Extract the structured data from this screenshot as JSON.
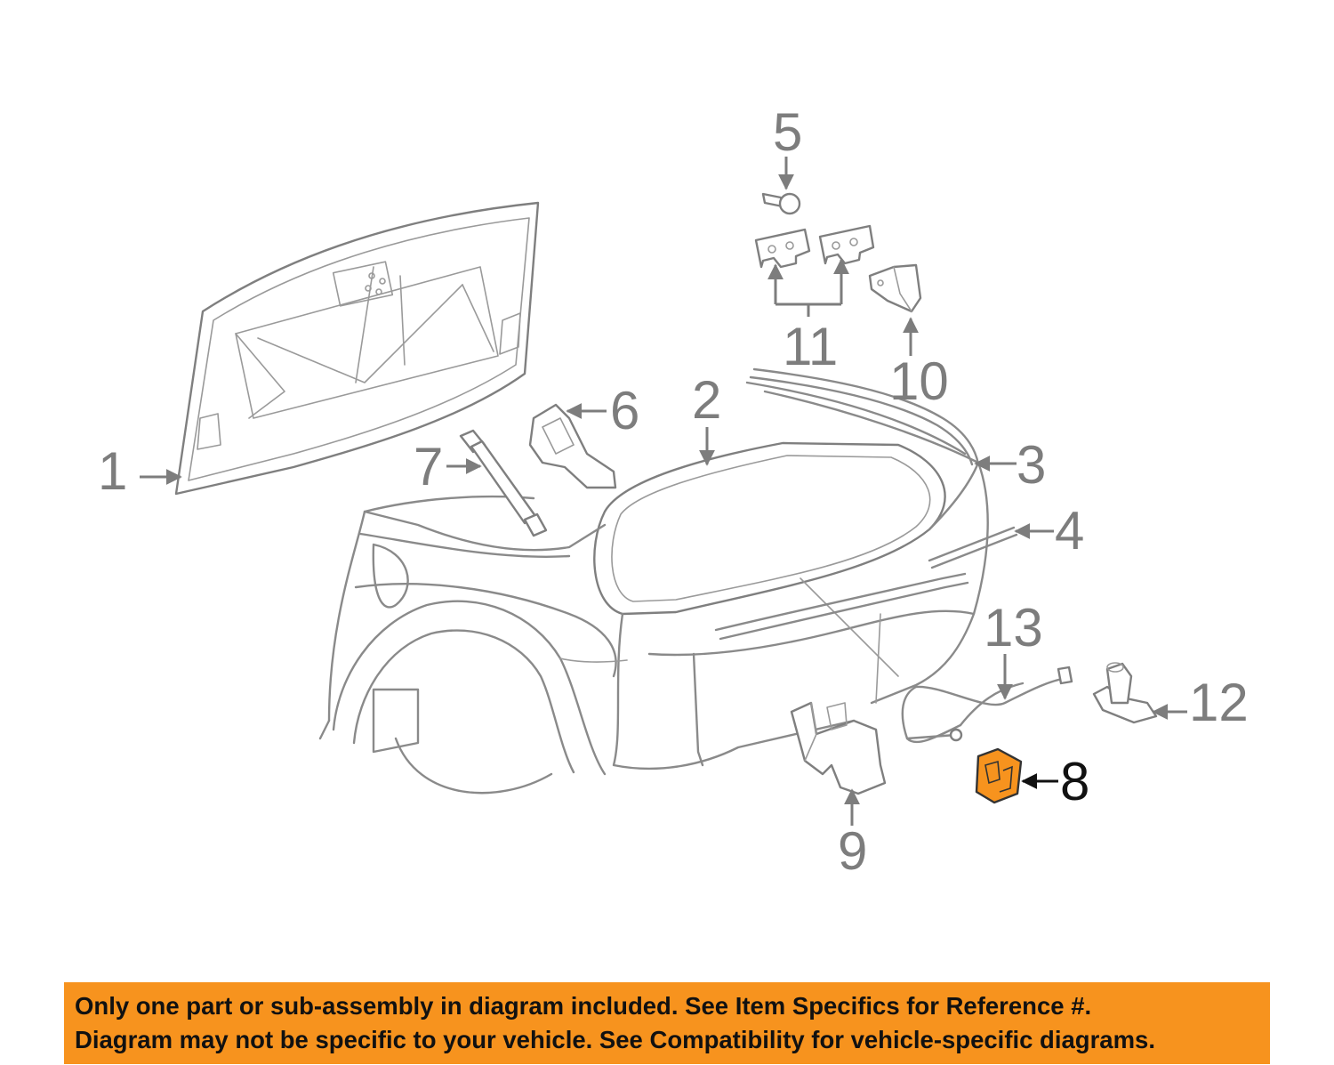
{
  "colors": {
    "highlight_part": "#f7931e",
    "banner_background": "#f7931e",
    "line_gray": "#8a8a8a",
    "label_gray": "#7d7d7d",
    "label_highlight": "#111111"
  },
  "callouts": [
    {
      "id": "1",
      "label": "1"
    },
    {
      "id": "2",
      "label": "2"
    },
    {
      "id": "3",
      "label": "3"
    },
    {
      "id": "4",
      "label": "4"
    },
    {
      "id": "5",
      "label": "5"
    },
    {
      "id": "6",
      "label": "6"
    },
    {
      "id": "7",
      "label": "7"
    },
    {
      "id": "8",
      "label": "8",
      "highlighted": true
    },
    {
      "id": "9",
      "label": "9"
    },
    {
      "id": "10",
      "label": "10"
    },
    {
      "id": "11",
      "label": "11"
    },
    {
      "id": "12",
      "label": "12"
    },
    {
      "id": "13",
      "label": "13"
    }
  ],
  "banner": {
    "line1": "Only one part or sub-assembly in diagram included. See Item Specifics for Reference #.",
    "line2": "Diagram may not be specific to your vehicle. See Compatibility for vehicle-specific diagrams."
  }
}
